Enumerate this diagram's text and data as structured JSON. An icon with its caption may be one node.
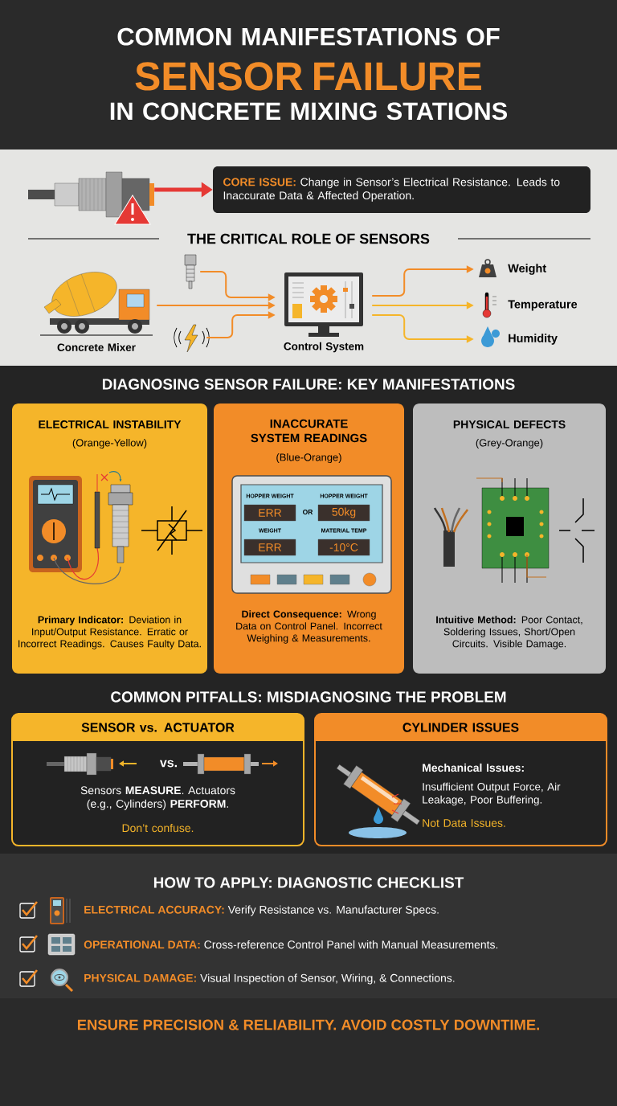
{
  "diagram": {
    "title": "COMMON MANIFESTATIONS OF **SENSOR FAILURE** IN CONCRETE MIXING STATIONS",
    "nodes": [
      {
        "text": [],
        "shape": "picture"
      },
      {
        "text": [
          "**CORE ISSUE:** Change in Sensor’s Electrical Resistance. Leads to Inaccurate Data & Affected Operation."
        ]
      },
      {
        "text": [
          "Concrete Mixer"
        ]
      },
      {
        "text": [],
        "shape": "picture"
      },
      {
        "text": [],
        "shape": "picture"
      },
      {
        "text": [
          "Control System"
        ]
      },
      {
        "text": [
          "Weight"
        ]
      },
      {
        "text": [
          "Temperature"
        ]
      },
      {
        "text": [
          "Humidity"
        ]
      },
      {
        "text": [
          "ELECTRICAL INSTABILITY",
          "(Orange-Yellow)",
          "**Primary Indicator:** Deviation in Input/Output Resistance. Erratic or Incorrect Readings. Causes Faulty Data."
        ]
      },
      {
        "text": [
          "INACCURATE SYSTEM READINGS",
          "(Blue-Orange)",
          "**Direct Consequence:** Wrong Data on Control Panel. Incorrect Weighing & Measurements."
        ]
      },
      {
        "text": [
          "PHYSICAL DEFECTS",
          "(Grey-Orange)",
          "**Intuitive Method:** Poor Contact, Soldering Issues, Short/Open Circuits. Visible Damage."
        ]
      },
      {
        "text": [
          "SENSOR vs. ACTUATOR",
          "Sensors **MEASURE**. Actuators (e.g., Cylinders) **PERFORM**.",
          "Don’t confuse."
        ]
      },
      {
        "text": [
          "CYLINDER ISSUES",
          "Mechanical Issues:",
          "Insufficient Output Force, Air Leakage, Poor Buffering.",
          "Not Data Issues."
        ]
      }
    ],
    "edges": [
      {
        "from": 0,
        "to": 1,
        "arrow": "to",
        "style": "thick",
        "color": "#e53935"
      },
      {
        "from": 3,
        "to": 5,
        "arrow": "to"
      },
      {
        "from": 2,
        "to": 5,
        "arrow": "to"
      },
      {
        "from": 4,
        "to": 5,
        "arrow": "to"
      },
      {
        "from": 5,
        "to": 6,
        "arrow": "to"
      },
      {
        "from": 5,
        "to": 7,
        "arrow": "to",
        "color": "#f5b52a"
      },
      {
        "from": 5,
        "to": 8,
        "arrow": "to",
        "color": "#f5b52a"
      }
    ],
    "labels": [
      "THE CRITICAL ROLE OF SENSORS",
      "DIAGNOSING SENSOR FAILURE: KEY MANIFESTATIONS",
      "HOPPER WEIGHT",
      "HOPPER WEIGHT",
      "ERR",
      "OR",
      "50kg",
      "WEIGHT",
      "MATERIAL TEMP",
      "ERR",
      "-10°C",
      "COMMON PITFALLS: MISDIAGNOSING THE PROBLEM",
      "vs.",
      "HOW TO APPLY: DIAGNOSTIC CHECKLIST",
      "**ELECTRICAL ACCURACY:** Verify Resistance vs. Manufacturer Specs.",
      "**OPERATIONAL DATA:** Cross-reference Control Panel with Manual Measurements.",
      "**PHYSICAL DAMAGE:** Visual Inspection of Sensor, Wiring, & Connections.",
      "ENSURE PRECISION & RELIABILITY. AVOID COSTLY DOWNTIME."
    ]
  }
}
